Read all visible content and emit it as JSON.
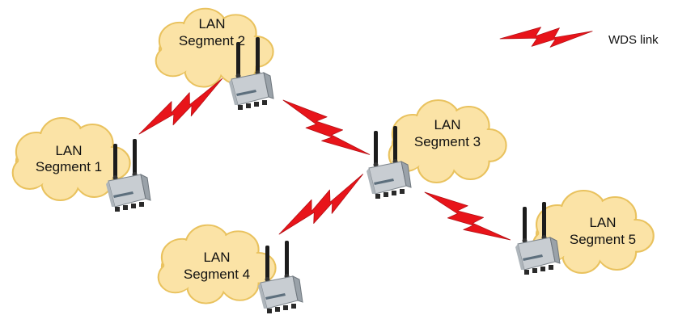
{
  "legend": {
    "label": "WDS link",
    "icon": "lightning-bolt-icon"
  },
  "colors": {
    "cloud_fill": "#fbe3a6",
    "cloud_stroke": "#e9c25e",
    "link_red": "#e8141a",
    "device_body": "#c8cdd2"
  },
  "segments": [
    {
      "line1": "LAN",
      "line2": "Segment 1"
    },
    {
      "line1": "LAN",
      "line2": "Segment 2"
    },
    {
      "line1": "LAN",
      "line2": "Segment 3"
    },
    {
      "line1": "LAN",
      "line2": "Segment 4"
    },
    {
      "line1": "LAN",
      "line2": "Segment 5"
    }
  ]
}
